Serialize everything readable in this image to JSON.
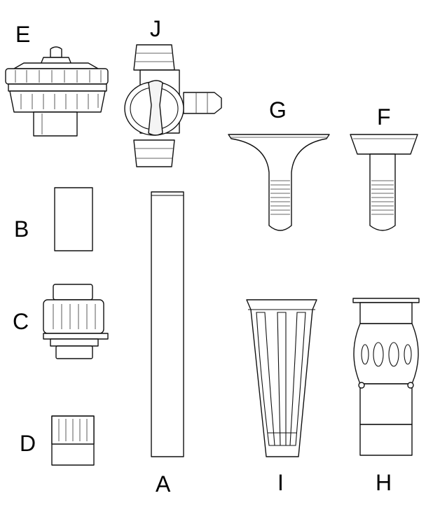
{
  "labels": {
    "e": "E",
    "j": "J",
    "g": "G",
    "f": "F",
    "b": "B",
    "c": "C",
    "d": "D",
    "a": "A",
    "i": "I",
    "h": "H"
  },
  "line_color": "#111111",
  "background": "#ffffff"
}
